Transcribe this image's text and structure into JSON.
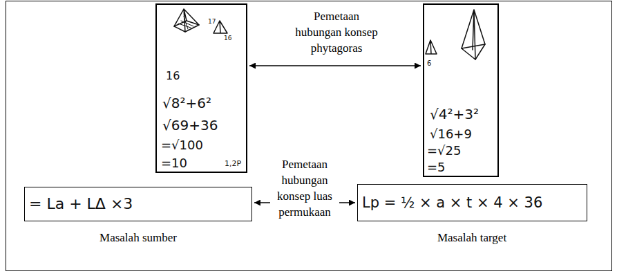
{
  "diagram": {
    "nodes": [
      {
        "text": [
          "17",
          "16",
          "16",
          "√8²+6²",
          "√69+36",
          "=√100",
          "=10",
          "1,2P"
        ]
      },
      {
        "text": [
          "6",
          "√4²+3²",
          "√16+9",
          "=√25",
          "=5"
        ]
      },
      {
        "text": [
          "= La + LΔ ×3"
        ]
      },
      {
        "text": [
          "Lp = ½ × a × t × 4 × 36"
        ]
      }
    ],
    "edges": [
      {
        "from": 0,
        "to": 1,
        "arrow": "both",
        "label": "Pemetaan hubungan konsep phytagoras"
      },
      {
        "from": 2,
        "to": 3,
        "arrow": "both",
        "label": "Pemetaan hubungan konsep luas permukaan"
      }
    ],
    "labels": [
      "Masalah sumber",
      "Masalah target"
    ]
  }
}
